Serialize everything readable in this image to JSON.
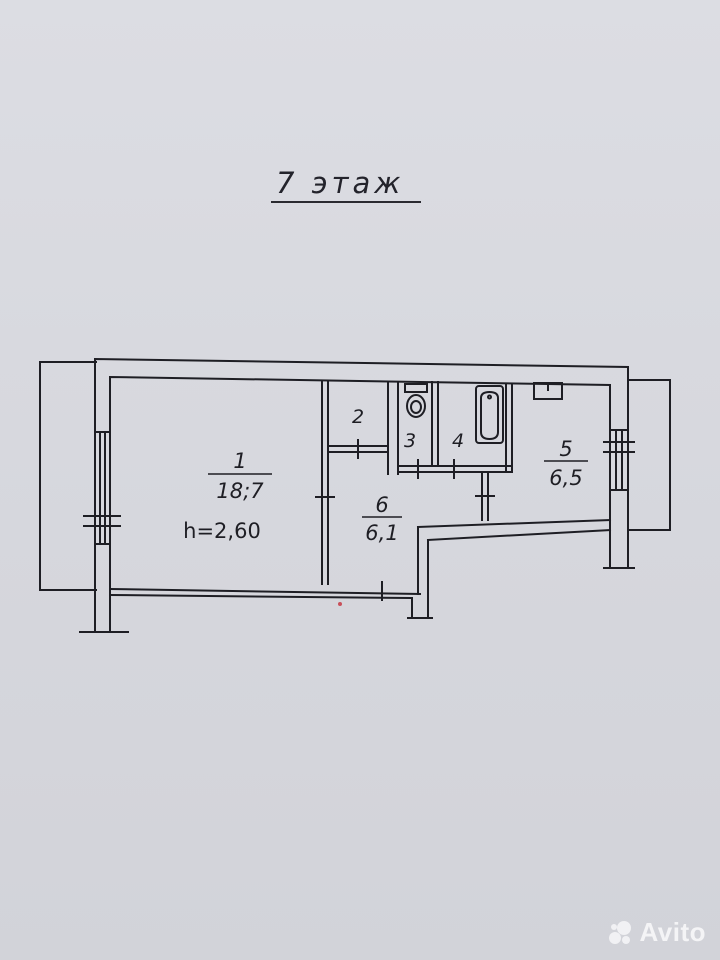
{
  "plan": {
    "floor_title": "7 этаж",
    "ceiling_height": "h=2,60",
    "rooms": [
      {
        "number": "1",
        "area": "18;7"
      },
      {
        "number": "2",
        "area": ""
      },
      {
        "number": "3",
        "area": ""
      },
      {
        "number": "4",
        "area": ""
      },
      {
        "number": "5",
        "area": "6,5"
      },
      {
        "number": "6",
        "area": "6,1"
      }
    ]
  },
  "watermark": {
    "brand": "Avito",
    "icon": "avito-logo-icon"
  },
  "colors": {
    "paper": "#d8d9df",
    "ink": "#1e1e24",
    "watermark": "#f4f4f6"
  }
}
